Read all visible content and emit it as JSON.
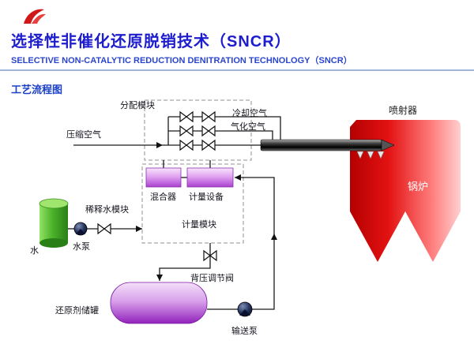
{
  "header": {
    "title": "选择性非催化还原脱销技术（SNCR）",
    "subtitle": "SELECTIVE NON-CATALYTIC REDUCTION DENITRATION TECHNOLOGY（SNCR）",
    "section_label": "工艺流程图"
  },
  "diagram": {
    "labels": {
      "distribution_module": "分配模块",
      "cooling_air": "冷却空气",
      "atomizing_air": "气化空气",
      "compressed_air": "压缩空气",
      "injector": "喷射器",
      "boiler": "锅炉",
      "mixer": "混合器",
      "metering_equipment": "计量设备",
      "metering_module": "计量模块",
      "dilution_water_module": "稀释水模块",
      "water": "水",
      "water_pump": "水泵",
      "back_pressure_valve": "背压调节阀",
      "reagent_storage_tank": "还原剂储罐",
      "transfer_pump": "输送泵"
    },
    "colors": {
      "title_blue": "#1d1dce",
      "boiler_red": "#e31212",
      "tank_purple": "#9122bb",
      "module_purple": "#aa3fd0",
      "water_green": "#4cb32a",
      "injector_dark": "#1a1a1a",
      "logo_red": "#d01818"
    }
  }
}
